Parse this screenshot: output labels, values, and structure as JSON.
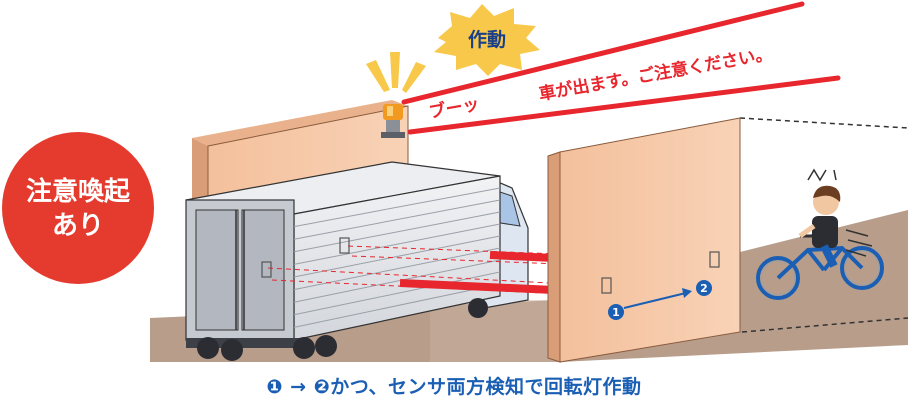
{
  "badge": {
    "line1": "注意喚起",
    "line2": "あり"
  },
  "burst": {
    "label": "作動"
  },
  "announcement": {
    "sound": "ブーッ",
    "message": "車が出ます。ご注意ください。"
  },
  "markers": {
    "first": "1",
    "second": "2"
  },
  "caption": "❶ → ❷かつ、センサ両方検知で回転灯作動",
  "colors": {
    "badge": "#e53b2f",
    "burst": "#f7c84a",
    "wall": "#f5c5a3",
    "ground": "#b79d8a",
    "laser": "#e8262d",
    "blue": "#1a5fb4",
    "speech": "#e8262d"
  }
}
